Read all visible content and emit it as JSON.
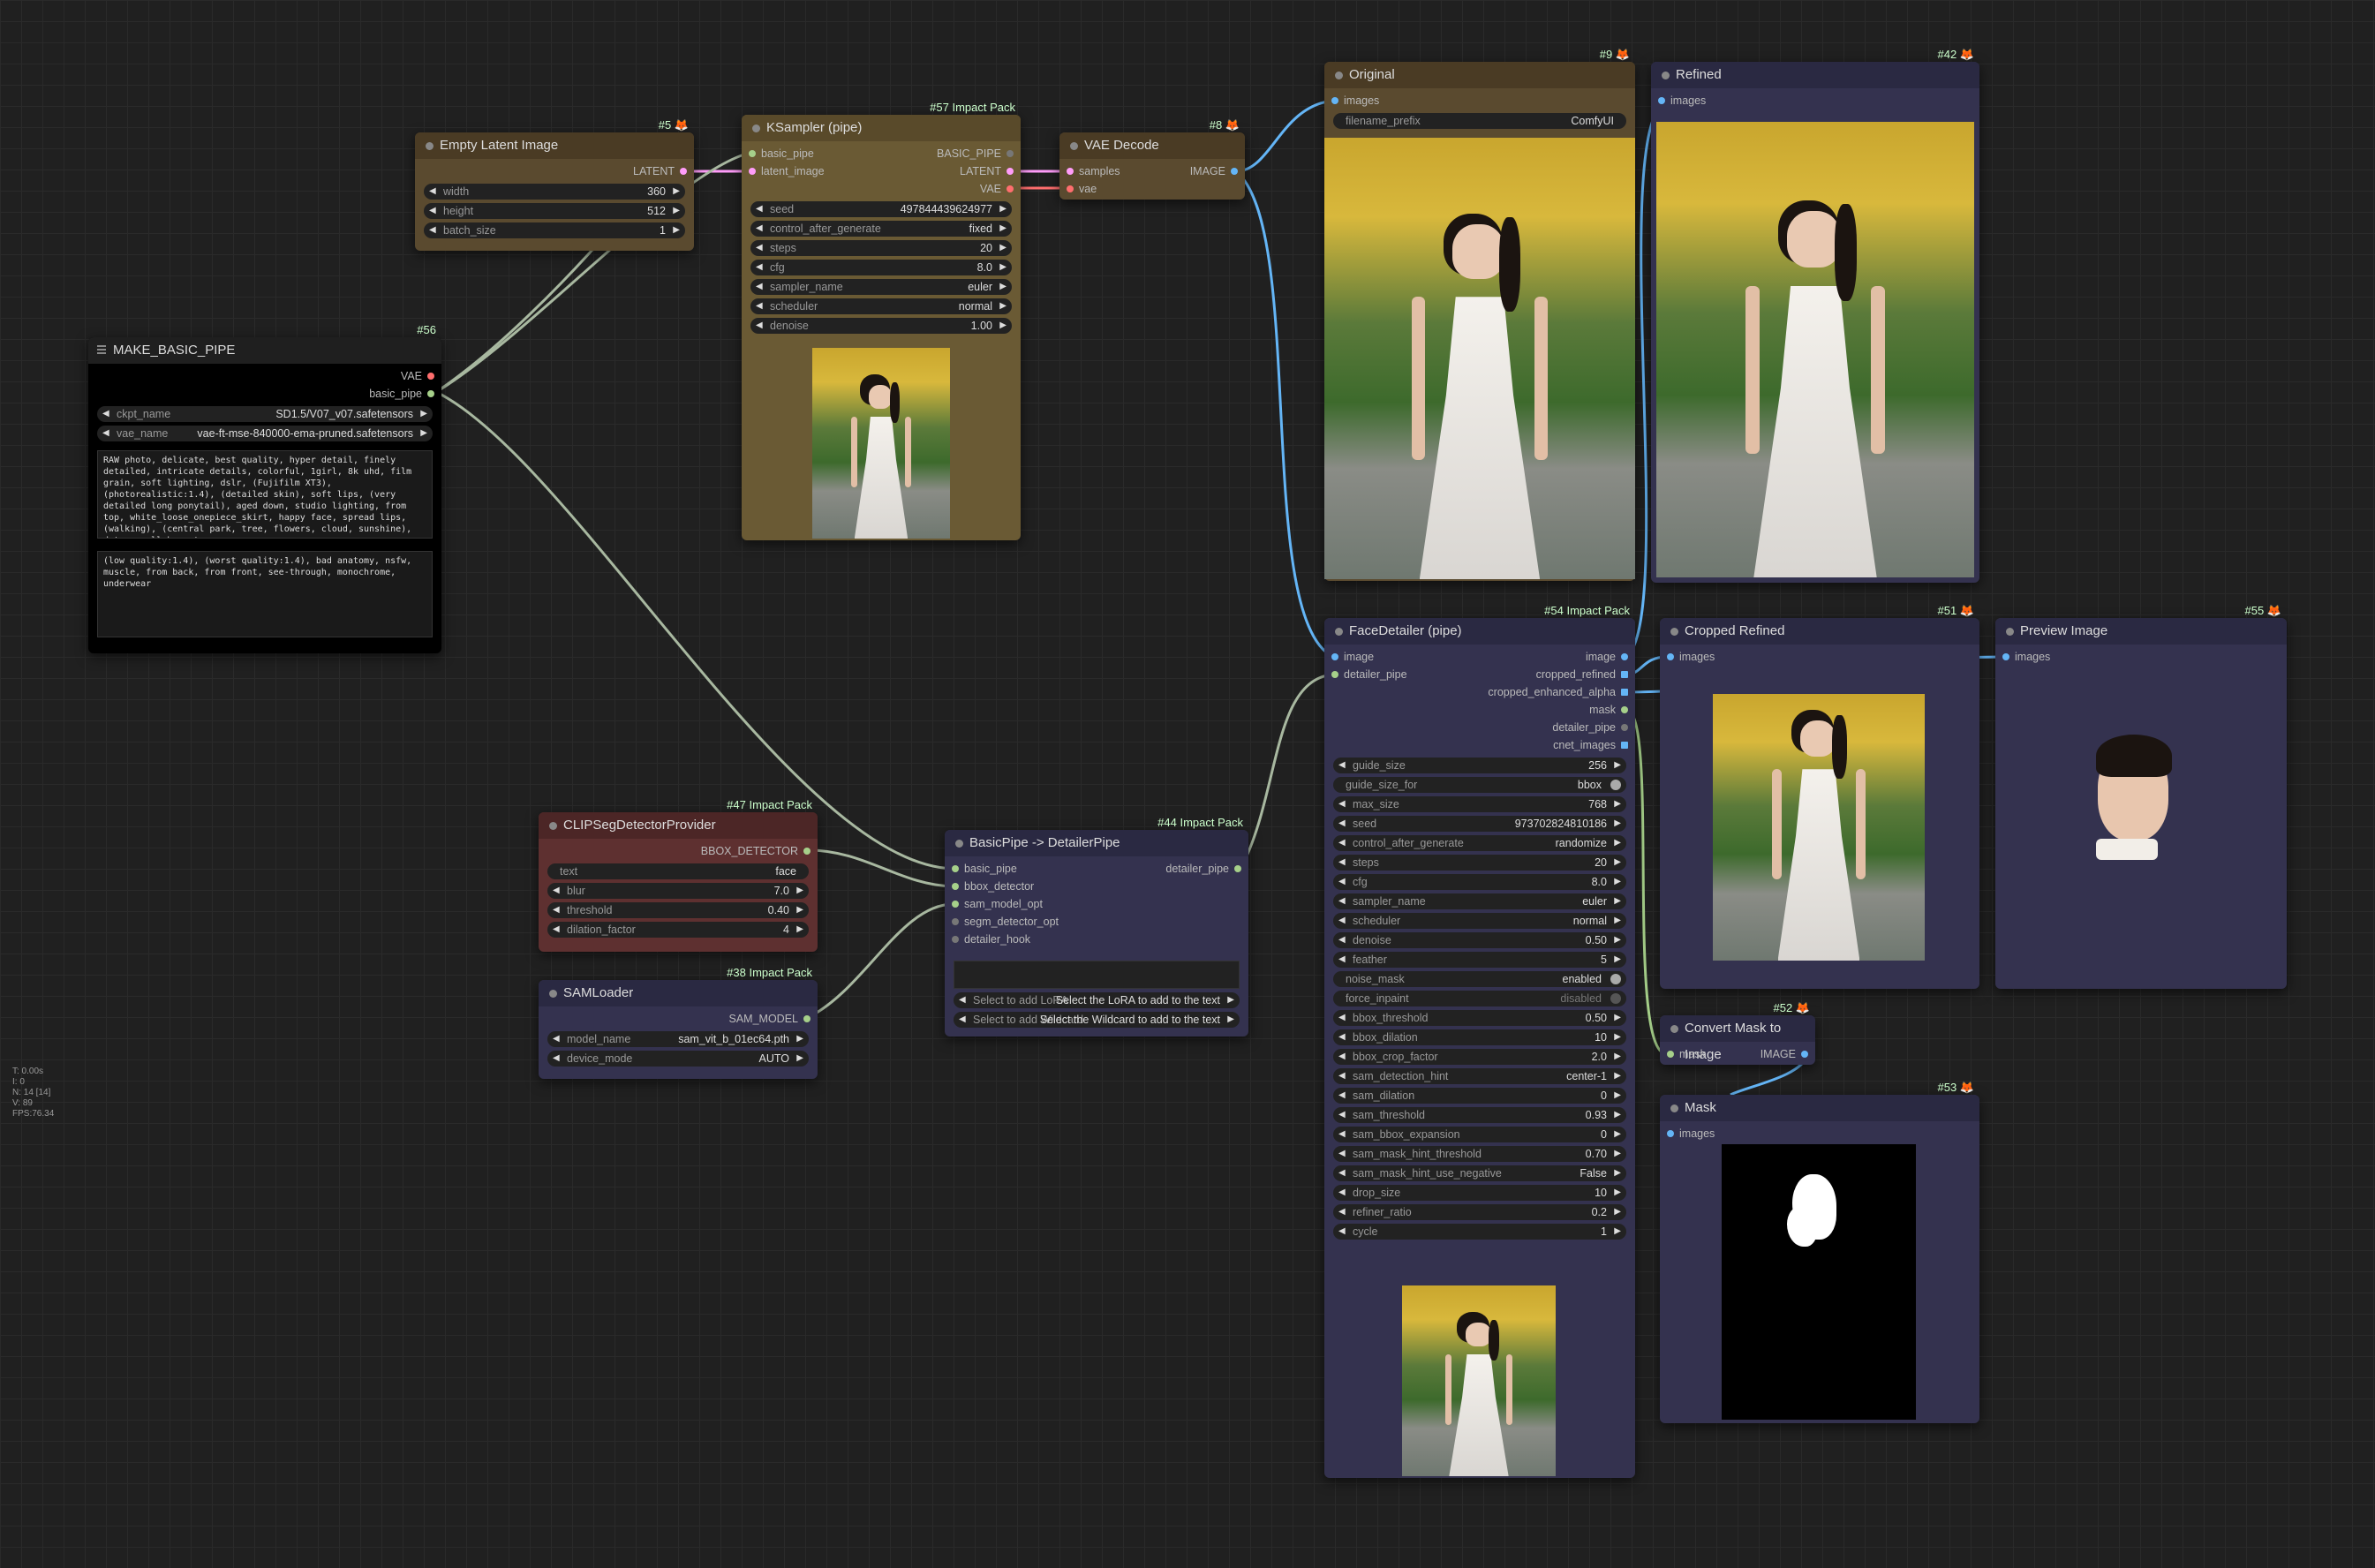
{
  "colors": {
    "accent_latent": "#ff9cf9",
    "accent_vae": "#ff6e6e",
    "accent_image": "#64b5f6",
    "accent_pipe": "#a6d08a",
    "link_gray": "#a8b8a0"
  },
  "stats": [
    "T: 0.00s",
    "I: 0",
    "N: 14 [14]",
    "V: 89",
    "FPS:76.34"
  ],
  "make_basic_pipe": {
    "title": "MAKE_BASIC_PIPE",
    "id": "#56",
    "out_vae": "VAE",
    "out_basic_pipe": "basic_pipe",
    "ckpt_label": "ckpt_name",
    "ckpt_value": "SD1.5/V07_v07.safetensors",
    "vae_label": "vae_name",
    "vae_value": "vae-ft-mse-840000-ema-pruned.safetensors",
    "positive": "RAW photo, delicate, best quality, hyper detail, finely detailed, intricate details, colorful, 1girl, 8k uhd, film grain, soft lighting, dslr, (Fujifilm XT3), (photorealistic:1.4), (detailed skin), soft lips, (very detailed long ponytail), aged down, studio lighting, from top, white_loose_onepiece_skirt, happy face, spread lips, (walking), (central park, tree, flowers, cloud, sunshine), date, small breast",
    "negative": "(low quality:1.4), (worst quality:1.4), bad anatomy, nsfw, muscle, from back, from front, see-through, monochrome, underwear"
  },
  "empty_latent": {
    "title": "Empty Latent Image",
    "id": "#5",
    "out": "LATENT",
    "widgets": [
      {
        "label": "width",
        "value": "360"
      },
      {
        "label": "height",
        "value": "512"
      },
      {
        "label": "batch_size",
        "value": "1"
      }
    ]
  },
  "ksampler": {
    "title": "KSampler (pipe)",
    "id": "#57 Impact Pack",
    "in_basic_pipe": "basic_pipe",
    "in_latent": "latent_image",
    "out_basic_pipe": "BASIC_PIPE",
    "out_latent": "LATENT",
    "out_vae": "VAE",
    "widgets": [
      {
        "label": "seed",
        "value": "497844439624977"
      },
      {
        "label": "control_after_generate",
        "value": "fixed"
      },
      {
        "label": "steps",
        "value": "20"
      },
      {
        "label": "cfg",
        "value": "8.0"
      },
      {
        "label": "sampler_name",
        "value": "euler"
      },
      {
        "label": "scheduler",
        "value": "normal"
      },
      {
        "label": "denoise",
        "value": "1.00"
      }
    ]
  },
  "vae_decode": {
    "title": "VAE Decode",
    "id": "#8",
    "in_samples": "samples",
    "in_vae": "vae",
    "out": "IMAGE"
  },
  "original": {
    "title": "Original",
    "id": "#9",
    "in": "images",
    "filename_label": "filename_prefix",
    "filename_value": "ComfyUI"
  },
  "refined": {
    "title": "Refined",
    "id": "#42",
    "in": "images"
  },
  "face_detailer": {
    "title": "FaceDetailer (pipe)",
    "id": "#54 Impact Pack",
    "in_image": "image",
    "in_pipe": "detailer_pipe",
    "outputs": [
      "image",
      "cropped_refined",
      "cropped_enhanced_alpha",
      "mask",
      "detailer_pipe",
      "cnet_images"
    ],
    "widgets": [
      {
        "label": "guide_size",
        "value": "256",
        "type": "num"
      },
      {
        "label": "guide_size_for",
        "value": "bbox",
        "type": "tog"
      },
      {
        "label": "max_size",
        "value": "768",
        "type": "num"
      },
      {
        "label": "seed",
        "value": "973702824810186",
        "type": "num"
      },
      {
        "label": "control_after_generate",
        "value": "randomize",
        "type": "num"
      },
      {
        "label": "steps",
        "value": "20",
        "type": "num"
      },
      {
        "label": "cfg",
        "value": "8.0",
        "type": "num"
      },
      {
        "label": "sampler_name",
        "value": "euler",
        "type": "num"
      },
      {
        "label": "scheduler",
        "value": "normal",
        "type": "num"
      },
      {
        "label": "denoise",
        "value": "0.50",
        "type": "num"
      },
      {
        "label": "feather",
        "value": "5",
        "type": "num"
      },
      {
        "label": "noise_mask",
        "value": "enabled",
        "type": "tog"
      },
      {
        "label": "force_inpaint",
        "value": "disabled",
        "type": "togoff"
      },
      {
        "label": "bbox_threshold",
        "value": "0.50",
        "type": "num"
      },
      {
        "label": "bbox_dilation",
        "value": "10",
        "type": "num"
      },
      {
        "label": "bbox_crop_factor",
        "value": "2.0",
        "type": "num"
      },
      {
        "label": "sam_detection_hint",
        "value": "center-1",
        "type": "num"
      },
      {
        "label": "sam_dilation",
        "value": "0",
        "type": "num"
      },
      {
        "label": "sam_threshold",
        "value": "0.93",
        "type": "num"
      },
      {
        "label": "sam_bbox_expansion",
        "value": "0",
        "type": "num"
      },
      {
        "label": "sam_mask_hint_threshold",
        "value": "0.70",
        "type": "num"
      },
      {
        "label": "sam_mask_hint_use_negative",
        "value": "False",
        "type": "num"
      },
      {
        "label": "drop_size",
        "value": "10",
        "type": "num"
      },
      {
        "label": "refiner_ratio",
        "value": "0.2",
        "type": "num"
      },
      {
        "label": "cycle",
        "value": "1",
        "type": "num"
      }
    ]
  },
  "cropped_refined": {
    "title": "Cropped Refined",
    "id": "#51",
    "in": "images"
  },
  "preview_image": {
    "title": "Preview Image",
    "id": "#55",
    "in": "images"
  },
  "convert_mask": {
    "title": "Convert Mask to Image",
    "id": "#52",
    "in": "mask",
    "out": "IMAGE"
  },
  "mask": {
    "title": "Mask",
    "id": "#53",
    "in": "images"
  },
  "clipseg": {
    "title": "CLIPSegDetectorProvider",
    "id": "#47 Impact Pack",
    "out": "BBOX_DETECTOR",
    "text_label": "text",
    "text_value": "face",
    "widgets": [
      {
        "label": "blur",
        "value": "7.0"
      },
      {
        "label": "threshold",
        "value": "0.40"
      },
      {
        "label": "dilation_factor",
        "value": "4"
      }
    ]
  },
  "samloader": {
    "title": "SAMLoader",
    "id": "#38 Impact Pack",
    "out": "SAM_MODEL",
    "widgets": [
      {
        "label": "model_name",
        "value": "sam_vit_b_01ec64.pth"
      },
      {
        "label": "device_mode",
        "value": "AUTO"
      }
    ]
  },
  "basic_to_detailer": {
    "title": "BasicPipe -> DetailerPipe",
    "id": "#44 Impact Pack",
    "inputs": [
      "basic_pipe",
      "bbox_detector",
      "sam_model_opt",
      "segm_detector_opt",
      "detailer_hook"
    ],
    "out": "detailer_pipe",
    "lora_label": "Select to add LoRA",
    "lora_value": "Select the LoRA to add to the text",
    "wild_label": "Select to add Wildcard",
    "wild_value": "Select the Wildcard to add to the text"
  }
}
